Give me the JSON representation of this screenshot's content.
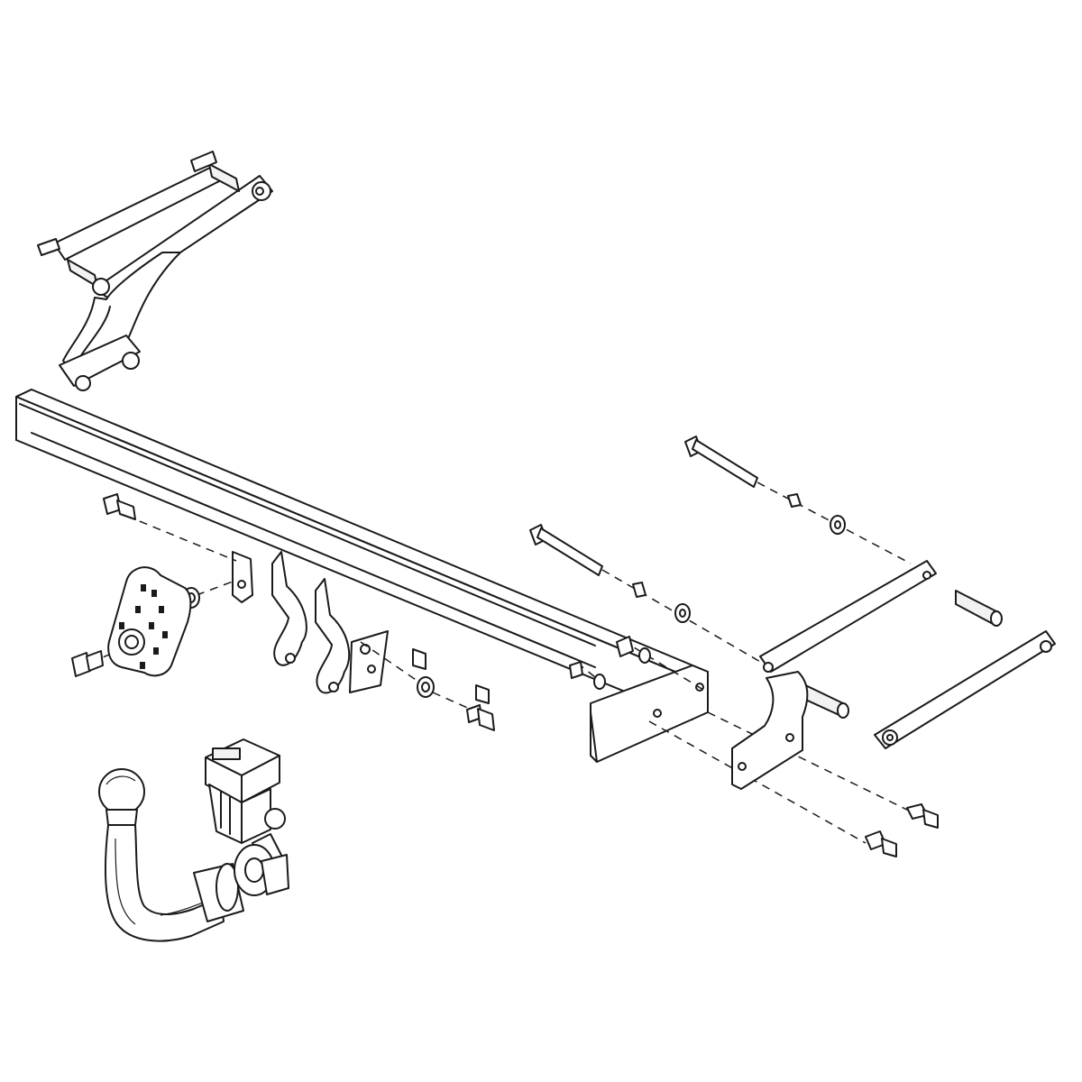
{
  "diagram": {
    "colors": {
      "line": "#1a1a1a",
      "background": "#ffffff",
      "shade": "#f2f2f2"
    },
    "parts": [
      "left-bracket-assembly",
      "main-crossbar",
      "center-hanger-tabs",
      "socket-mounting-plate",
      "right-bracket-assembly",
      "long-bolts",
      "nuts-and-washers",
      "detachable-tow-ball",
      "locking-mechanism"
    ]
  }
}
